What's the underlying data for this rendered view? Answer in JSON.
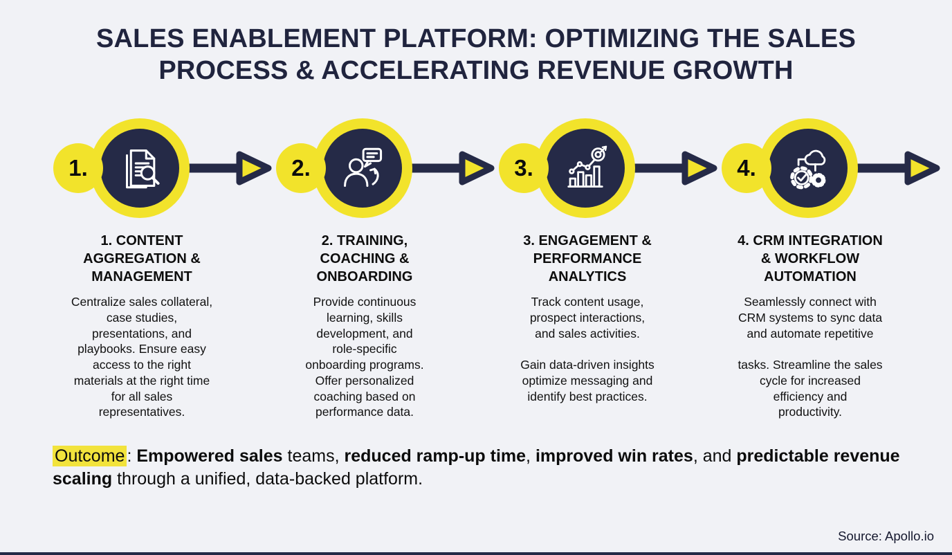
{
  "page": {
    "title": "SALES ENABLEMENT PLATFORM: OPTIMIZING THE SALES\nPROCESS & ACCELERATING REVENUE GROWTH",
    "source": "Source: Apollo.io"
  },
  "colors": {
    "background": "#f1f2f6",
    "navy": "#252a47",
    "title_navy": "#20243e",
    "yellow": "#f2e32b",
    "highlight": "#f2e33c",
    "text_black": "#0d0d0d"
  },
  "steps": [
    {
      "number": "1.",
      "icon": "document-search-icon",
      "title": "1. CONTENT\nAGGREGATION &\nMANAGEMENT",
      "body": "Centralize sales collateral,\ncase studies,\npresentations, and\nplaybooks. Ensure easy\naccess to the right\nmaterials at the right time\nfor all sales\nrepresentatives."
    },
    {
      "number": "2.",
      "icon": "person-chat-icon",
      "title": "2. TRAINING,\nCOACHING &\nONBOARDING",
      "body": "Provide continuous\nlearning, skills\ndevelopment, and\nrole-specific\nonboarding programs.\nOffer personalized\ncoaching based on\nperformance data."
    },
    {
      "number": "3.",
      "icon": "analytics-chart-icon",
      "title": "3. ENGAGEMENT &\nPERFORMANCE\nANALYTICS",
      "body": "Track content usage,\nprospect interactions,\nand sales activities.\n\nGain data-driven insights\noptimize messaging and\nidentify best practices."
    },
    {
      "number": "4.",
      "icon": "cloud-gears-icon",
      "title": "4. CRM INTEGRATION\n& WORKFLOW\nAUTOMATION",
      "body": "Seamlessly connect with\nCRM systems to sync data\nand automate repetitive\n\ntasks. Streamline the sales\ncycle for increased\nefficiency and\nproductivity."
    }
  ],
  "outcome": {
    "segments": [
      {
        "text": "Outcome",
        "highlight": true
      },
      {
        "text": ": "
      },
      {
        "text": "Empowered sales",
        "bold": true
      },
      {
        "text": " teams, "
      },
      {
        "text": "reduced ramp-up time",
        "bold": true
      },
      {
        "text": ", "
      },
      {
        "text": "improved win rates",
        "bold": true
      },
      {
        "text": ", and "
      },
      {
        "text": "predictable revenue scaling",
        "bold": true
      },
      {
        "text": " through a unified, data-backed platform."
      }
    ]
  }
}
